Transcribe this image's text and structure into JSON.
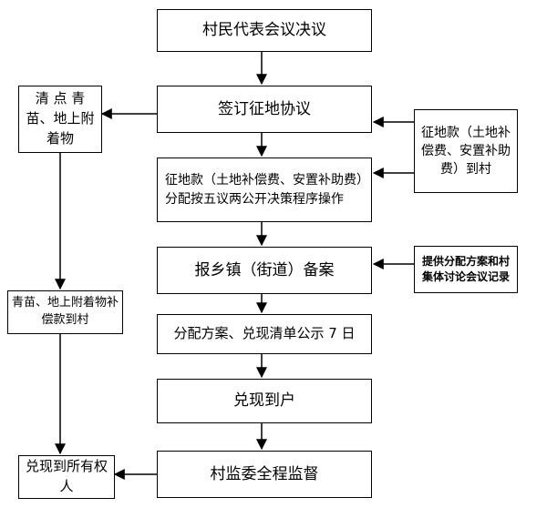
{
  "nodes": {
    "resolution": "村民代表会议决议",
    "sign_agreement": "签订征地协议",
    "distribution_rule": "征地款（土地补偿费、安置补助费）分配按五议两公开决策程序操作",
    "report_town": "报乡镇（街道）备案",
    "publicize": "分配方案、兑现清单公示 7 日",
    "cash_to_household": "兑现到户",
    "supervision": "村监委全程监督",
    "clear_crops": "清 点 青苗、地上附着物",
    "crop_compensation": "青苗、地上附着物补偿款到村",
    "cash_to_owner": "兑现到所有权人",
    "funds_to_village": "征地款（土地补偿费、安置补助费）到村",
    "provide_plan": "提供分配方案和村集体讨论会议记录"
  }
}
